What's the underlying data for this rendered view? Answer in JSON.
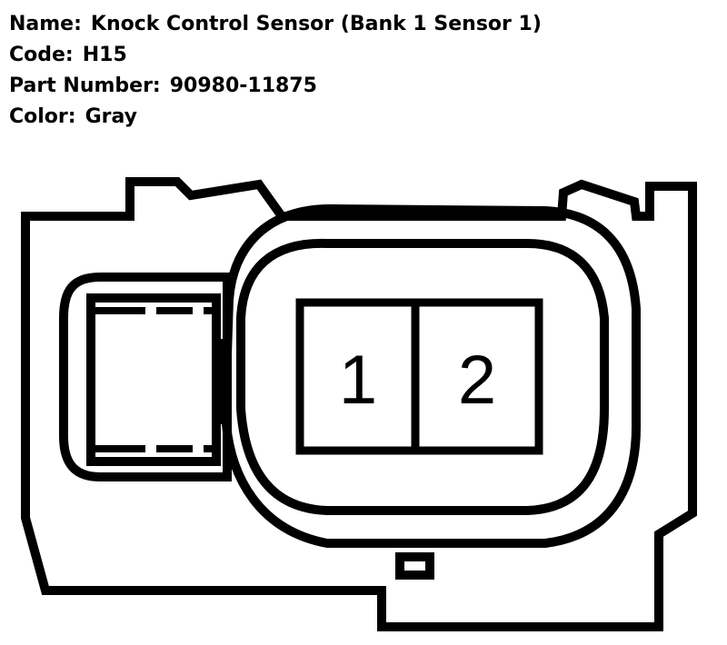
{
  "info": {
    "name_label": "Name:",
    "name_value": "Knock Control Sensor (Bank 1 Sensor 1)",
    "code_label": "Code:",
    "code_value": "H15",
    "part_label": "Part Number:",
    "part_value": "90980-11875",
    "color_label": "Color:",
    "color_value": "Gray"
  },
  "connector": {
    "pins": [
      "1",
      "2"
    ]
  }
}
